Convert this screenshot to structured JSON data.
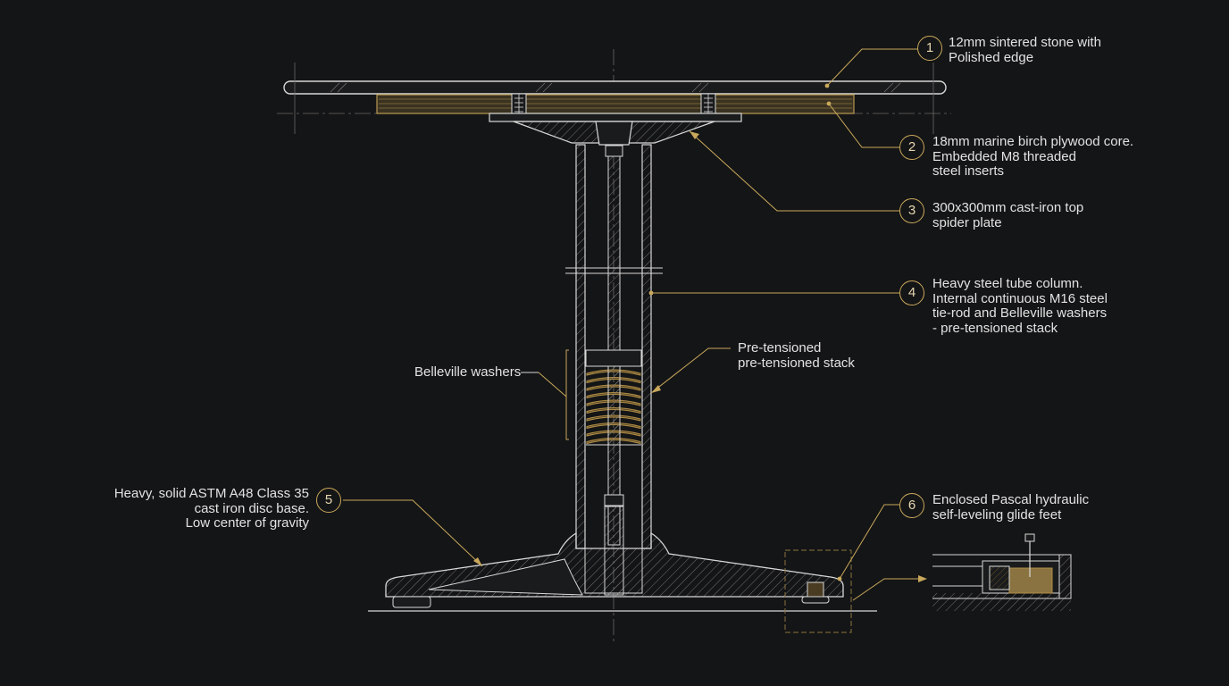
{
  "colors": {
    "background": "#141516",
    "linework": "#d8d8d8",
    "leader": "#c9a85c",
    "plywood": "#b89a52",
    "washers": "#b08d46",
    "fluid": "#8a7340"
  },
  "callouts": [
    {
      "number": "1",
      "lines": [
        "12mm sintered stone with",
        "Polished edge"
      ]
    },
    {
      "number": "2",
      "lines": [
        "18mm marine birch plywood core.",
        "Embedded M8 threaded",
        "steel inserts"
      ]
    },
    {
      "number": "3",
      "lines": [
        "300x300mm cast-iron top",
        "spider plate"
      ]
    },
    {
      "number": "4",
      "lines": [
        "Heavy steel tube column.",
        "Internal continuous M16 steel",
        "tie-rod and Belleville washers",
        "- pre-tensioned stack"
      ]
    },
    {
      "number": "5",
      "lines": [
        "Heavy, solid ASTM A48 Class 35",
        "cast iron disc base.",
        "Low center of gravity"
      ]
    },
    {
      "number": "6",
      "lines": [
        "Enclosed Pascal hydraulic",
        "self-leveling glide feet"
      ]
    }
  ],
  "annotations": {
    "belleville": "Belleville washers",
    "pretension": [
      "Pre-tensioned",
      "pre-tensioned stack"
    ]
  }
}
